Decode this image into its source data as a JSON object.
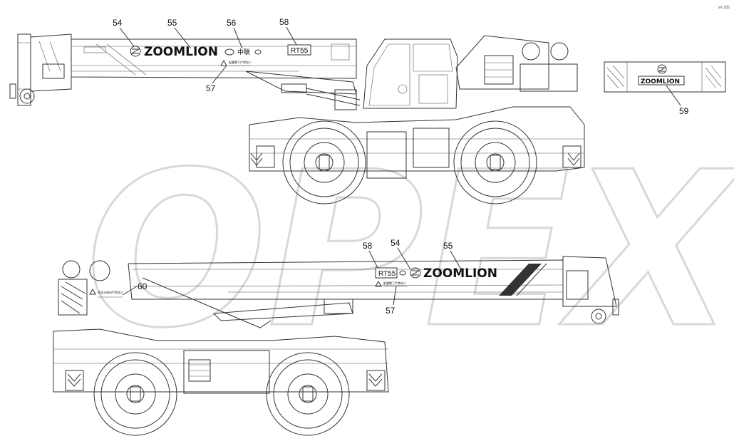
{
  "page": {
    "corner_mark": "s© 205"
  },
  "watermark": {
    "text": "OPEX",
    "color": "#d8d8d8"
  },
  "brand": {
    "name": "ZOOMLION",
    "model": "RT55",
    "chinese_mark": "中联"
  },
  "warning_label_text": "起重臂下严禁站人",
  "stripe_label_text": "作业半径内严禁站人",
  "callouts": {
    "c54": "54",
    "c55": "55",
    "c56": "56",
    "c58": "58",
    "c57": "57",
    "c59": "59",
    "c58b": "58",
    "c54b": "54",
    "c55b": "55",
    "c57b": "57",
    "c60": "60"
  }
}
